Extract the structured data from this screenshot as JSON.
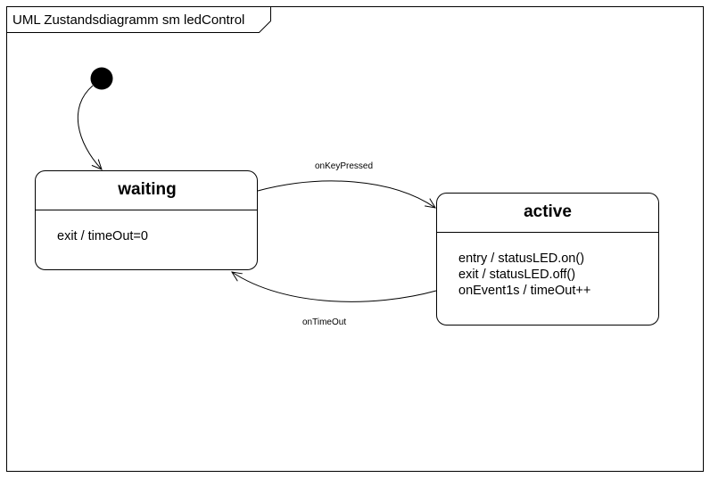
{
  "frame": {
    "title": "UML Zustandsdiagramm sm ledControl"
  },
  "states": {
    "waiting": {
      "name": "waiting",
      "activities": [
        "exit / timeOut=0"
      ]
    },
    "active": {
      "name": "active",
      "activities": [
        "entry / statusLED.on()",
        "exit / statusLED.off()",
        "onEvent1s / timeOut++"
      ]
    }
  },
  "transitions": {
    "to_active": {
      "label": "onKeyPressed"
    },
    "to_waiting": {
      "label": "onTimeOut"
    }
  }
}
